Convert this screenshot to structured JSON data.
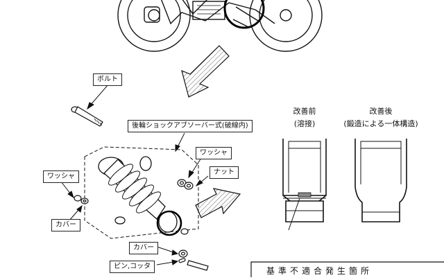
{
  "labels": {
    "bolt": "ボルト",
    "assembly": "後輪ショックアブソーバー式(破線内)",
    "washer_right": "ワッシャ",
    "nut": "ナット",
    "washer_left": "ワッシャ",
    "cover_left": "カバー",
    "cover_bottom": "カバー",
    "pin": "ピン,コッタ"
  },
  "comparison": {
    "before_title": "改善前",
    "before_sub": "(溶接)",
    "after_title": "改善後",
    "after_sub": "(鍛造による一体構造)"
  },
  "defect_caption": "基準不適合発生箇所",
  "colors": {
    "line": "#111111",
    "arrow_fill": "#eeeeee",
    "hatch": "#888888"
  }
}
